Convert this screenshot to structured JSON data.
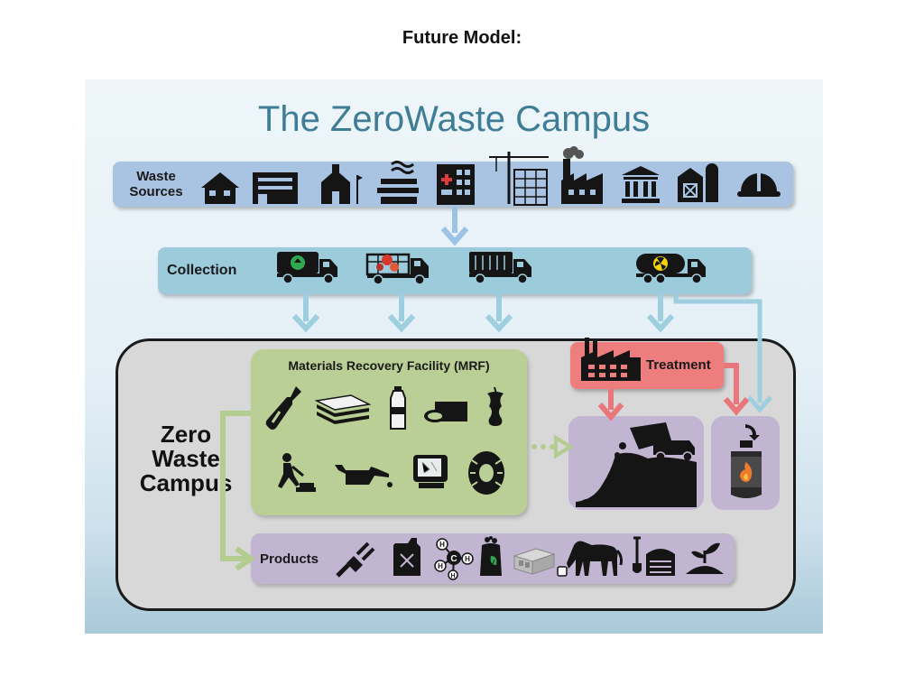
{
  "page": {
    "heading": "Future Model:"
  },
  "diagram": {
    "title": "The ZeroWaste Campus",
    "waste_sources": {
      "label_line1": "Waste",
      "label_line2": "Sources",
      "icons": [
        "house-icon",
        "apartment-building-icon",
        "school-icon",
        "industrial-plant-icon",
        "hospital-icon",
        "construction-crane-icon",
        "factory-icon",
        "government-building-icon",
        "farm-barn-icon",
        "hard-hat-icon"
      ]
    },
    "collection": {
      "label": "Collection",
      "icons": [
        "recycling-truck-icon",
        "scrap-metal-truck-icon",
        "garbage-truck-icon",
        "hazardous-waste-tanker-icon"
      ]
    },
    "campus": {
      "label_line1": "Zero",
      "label_line2": "Waste",
      "label_line3": "Campus"
    },
    "mrf": {
      "label": "Materials Recovery Facility (MRF)",
      "icons": [
        "bottle-icon",
        "paper-stack-icon",
        "plastic-bottle-icon",
        "metal-can-icon",
        "apple-core-icon",
        "construction-debris-icon",
        "oil-can-icon",
        "electronics-icon",
        "tire-icon"
      ]
    },
    "treatment": {
      "label": "Treatment",
      "icons": [
        "treatment-factory-icon"
      ]
    },
    "landfill": {
      "icons": [
        "dump-truck-icon"
      ]
    },
    "incinerator": {
      "icons": [
        "incinerator-icon"
      ]
    },
    "products": {
      "label": "Products",
      "icons": [
        "electric-plug-icon",
        "fuel-can-icon",
        "methane-molecule-icon",
        "fertilizer-bag-icon",
        "cinder-block-icon",
        "horse-feed-icon",
        "compost-shovel-icon",
        "plant-sprout-icon"
      ],
      "molecule": {
        "carbon": "C",
        "hydrogen": "H"
      }
    },
    "colors": {
      "waste_sources_band": "#a9c3e2",
      "collection_band": "#9ccbdc",
      "mrf_box": "#b9cf96",
      "treatment_box": "#ee7e7d",
      "disposal_box": "#c2b5d2",
      "products_box": "#c2b5d2",
      "arrow_blue": "#9bc3e6",
      "arrow_teal": "#9dcfdf",
      "arrow_red": "#e9767a",
      "arrow_green": "#b4cc8f",
      "title_color": "#3f7d97"
    }
  }
}
